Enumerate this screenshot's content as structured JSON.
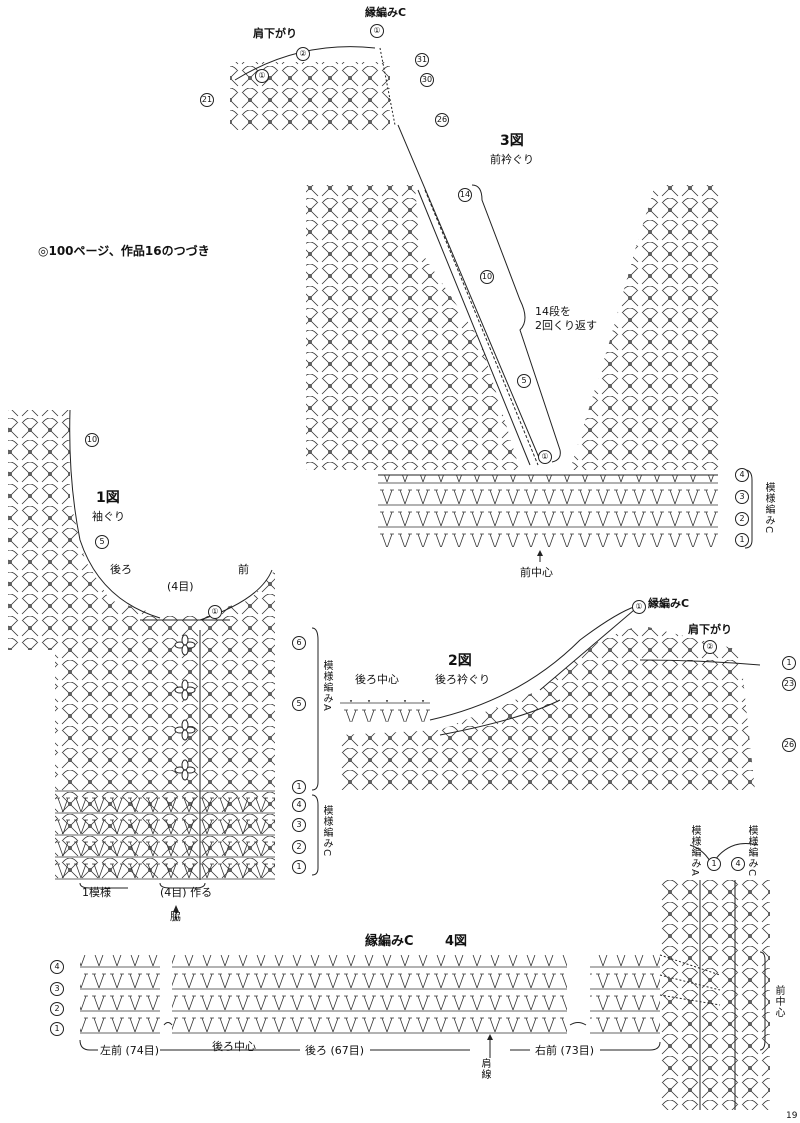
{
  "intro": "◎100ページ、作品16のつづき",
  "page_number": "19",
  "top": {
    "title": "縁編みC",
    "shoulder": "肩下がり",
    "rows": [
      "①",
      "②",
      "31",
      "30",
      "21",
      "①",
      "26"
    ]
  },
  "fig3": {
    "title": "3図",
    "subtitle": "前衿ぐり",
    "bracket_note_line1": "14段を",
    "bracket_note_line2": "2回くり返す",
    "front_center": "前中心",
    "pattern_label": "模様編みC",
    "rows": [
      "14",
      "10",
      "5",
      "①",
      "4",
      "3",
      "2",
      "1"
    ]
  },
  "fig1": {
    "title": "1図",
    "subtitle": "袖ぐり",
    "back": "後ろ",
    "front": "前",
    "four_top": "(4目)",
    "four_bottom": "(4目) 作る",
    "one_pattern": "1模様",
    "side": "脇",
    "pattern_a": "模様編みA",
    "pattern_c": "模様編みC",
    "rows": [
      "10",
      "5",
      "6",
      "5",
      "1",
      "4",
      "3",
      "2",
      "1",
      "①"
    ]
  },
  "fig2": {
    "edge_label": "縁編みC",
    "shoulder": "肩下がり",
    "title": "2図",
    "subtitle": "後ろ衿ぐり",
    "back_center": "後ろ中心",
    "rows": [
      "①",
      "②",
      "1",
      "23",
      "26"
    ]
  },
  "fig4": {
    "title": "縁編みC",
    "fig": "4図",
    "left_front": "左前 (74目)",
    "back_center": "後ろ中心",
    "back": "後ろ (67目)",
    "right_front": "右前 (73目)",
    "shoulder_line": "肩線",
    "pattern_a": "模様編みA",
    "pattern_c": "模様編みC",
    "front_center": "前中心",
    "rows": [
      "4",
      "3",
      "2",
      "1",
      "1",
      "4"
    ]
  }
}
